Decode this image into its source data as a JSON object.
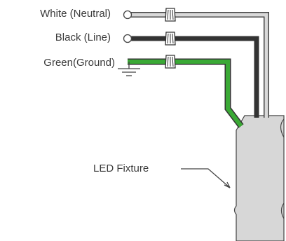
{
  "labels": {
    "white": "White (Neutral)",
    "black": "Black (Line)",
    "green": "Green(Ground)",
    "fixture": "LED Fixture"
  },
  "colors": {
    "white_wire": "#d9d9d9",
    "black_wire": "#333333",
    "green_wire": "#3aa935",
    "outline": "#444444",
    "fixture_fill": "#d7d7d7",
    "text": "#3a3a3a"
  }
}
